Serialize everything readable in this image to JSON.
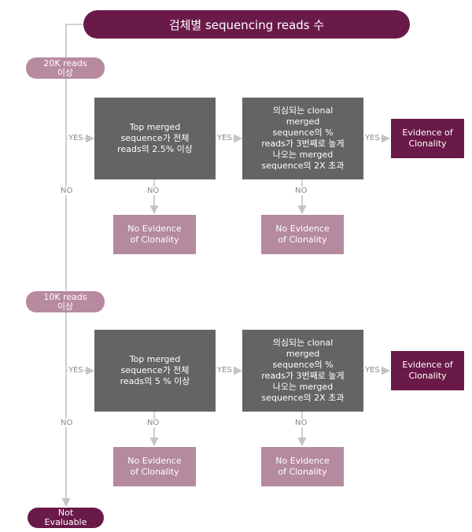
{
  "title": "검체별 sequencing reads 수",
  "sections": [
    {
      "threshold": "20K reads\n이상",
      "decision1": "Top merged\nsequence가 전체\nreads의 2.5% 이상",
      "decision2": "의심되는 clonal\nmerged\nsequence의 %\nreads가 3번째로 높게\n나오는 merged\nsequence의 2X 초과",
      "no_evidence_1": "No Evidence\nof Clonality",
      "no_evidence_2": "No Evidence\nof Clonality",
      "evidence": "Evidence of\nClonality"
    },
    {
      "threshold": "10K reads\n이상",
      "decision1": "Top merged\nsequence가 전체\nreads의 5 % 이상",
      "decision2": "의심되는 clonal\nmerged\nsequence의 %\nreads가 3번째로 높게\n나오는 merged\nsequence의 2X 초과",
      "no_evidence_1": "No Evidence\nof Clonality",
      "no_evidence_2": "No Evidence\nof Clonality",
      "evidence": "Evidence of\nClonality"
    }
  ],
  "not_evaluable": "Not\nEvaluable",
  "edge_labels": {
    "yes": "YES",
    "no": "NO"
  },
  "colors": {
    "primary": "#6a1a48",
    "secondary": "#b78a9f",
    "decision": "#646464",
    "connector": "#c4c4c4"
  }
}
